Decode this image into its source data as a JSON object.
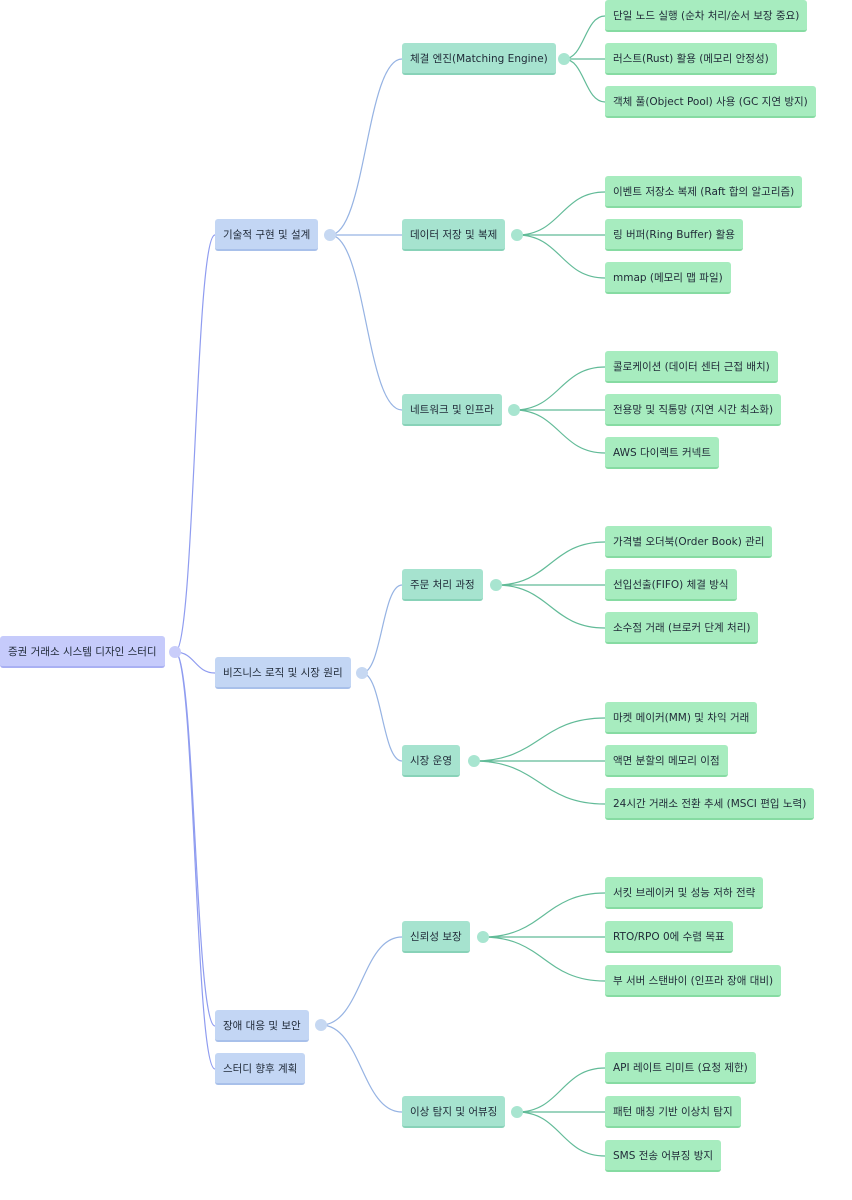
{
  "root": {
    "label": "증권 거래소 시스템 디자인 스터디"
  },
  "branches": [
    {
      "label": "기술적 구현 및 설계",
      "children": [
        {
          "label": "체결 엔진(Matching Engine)",
          "items": [
            "단일 노드 실행 (순차 처리/순서 보장 중요)",
            "러스트(Rust) 활용 (메모리 안정성)",
            "객체 풀(Object Pool) 사용 (GC 지연 방지)"
          ]
        },
        {
          "label": "데이터 저장 및 복제",
          "items": [
            "이벤트 저장소 복제 (Raft 합의 알고리즘)",
            "링 버퍼(Ring Buffer) 활용",
            "mmap (메모리 맵 파일)"
          ]
        },
        {
          "label": "네트워크 및 인프라",
          "items": [
            "콜로케이션 (데이터 센터 근접 배치)",
            "전용망 및 직통망 (지연 시간 최소화)",
            "AWS 다이렉트 커넥트"
          ]
        }
      ]
    },
    {
      "label": "비즈니스 로직 및 시장 원리",
      "children": [
        {
          "label": "주문 처리 과정",
          "items": [
            "가격별 오더북(Order Book) 관리",
            "선입선출(FIFO) 체결 방식",
            "소수점 거래 (브로커 단계 처리)"
          ]
        },
        {
          "label": "시장 운영",
          "items": [
            "마켓 메이커(MM) 및 차익 거래",
            "액면 분할의 메모리 이점",
            "24시간 거래소 전환 추세 (MSCI 편입 노력)"
          ]
        }
      ]
    },
    {
      "label": "장애 대응 및 보안",
      "children": [
        {
          "label": "신뢰성 보장",
          "items": [
            "서킷 브레이커 및 성능 저하 전략",
            "RTO/RPO 0에 수렴 목표",
            "부 서버 스탠바이 (인프라 장애 대비)"
          ]
        },
        {
          "label": "이상 탐지 및 어뷰징",
          "items": [
            "API 레이트 리미트 (요청 제한)",
            "패턴 매칭 기반 이상치 탐지",
            "SMS 전송 어뷰징 방지"
          ]
        }
      ]
    },
    {
      "label": "스터디 향후 계획",
      "children": []
    }
  ],
  "colors": {
    "root_edge": "#8f9cf0",
    "l1_edge": "#96b3e3",
    "l2_edge": "#62bb98"
  }
}
